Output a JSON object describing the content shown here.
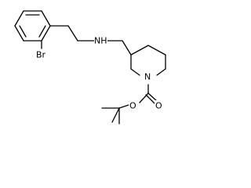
{
  "molecule": {
    "labels": {
      "bromine": "Br",
      "amine": "NH",
      "ring_nitrogen": "N",
      "ester_oxygen": "O",
      "carbonyl_oxygen": "O"
    }
  }
}
